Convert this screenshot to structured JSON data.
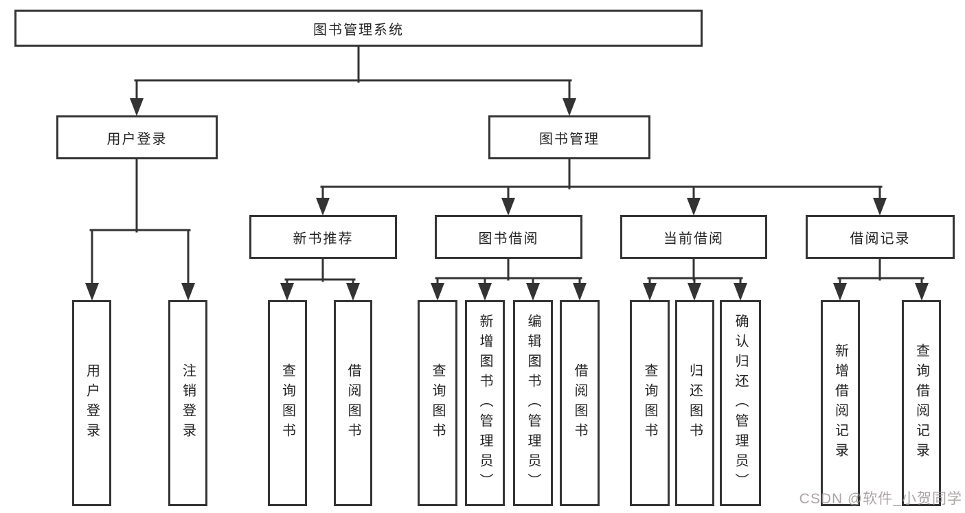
{
  "diagram": {
    "title": "图书管理系统",
    "branches": {
      "user_login": {
        "label": "用户登录",
        "children": [
          "用户登录",
          "注销登录"
        ]
      },
      "book_management": {
        "label": "图书管理",
        "children": {
          "new_book_recommend": {
            "label": "新书推荐",
            "children": [
              "查询图书",
              "借阅图书"
            ]
          },
          "book_borrow": {
            "label": "图书借阅",
            "children": [
              "查询图书",
              "新增图书（管理员）",
              "编辑图书（管理员）",
              "借阅图书"
            ]
          },
          "current_borrow": {
            "label": "当前借阅",
            "children": [
              "查询图书",
              "归还图书",
              "确认归还（管理员）"
            ]
          },
          "borrow_record": {
            "label": "借阅记录",
            "children": [
              "新增借阅记录",
              "查询借阅记录"
            ]
          }
        }
      }
    },
    "line_color": "#333333",
    "box_border_color": "#343434"
  },
  "watermark": {
    "text": "CSDN @软件_小贺同学",
    "color": "#9d9595"
  }
}
